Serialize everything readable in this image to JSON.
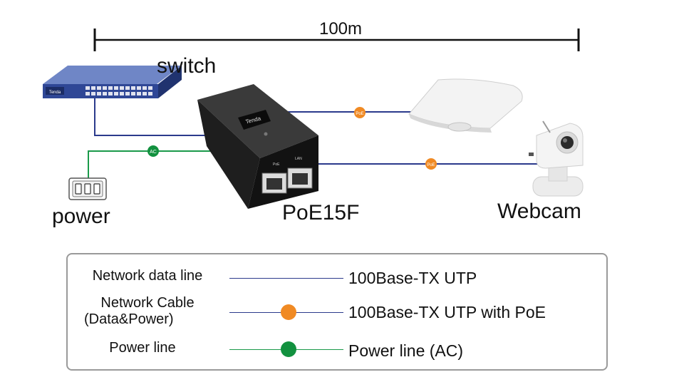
{
  "distance_label": "100m",
  "nodes": {
    "switch": "switch",
    "power": "power",
    "injector": "PoE15F",
    "webcam": "Webcam"
  },
  "device_text": {
    "switch_brand": "Tenda",
    "injector_brand": "Tenda",
    "port_poe": "PoE",
    "port_lan": "LAN"
  },
  "line_badges": {
    "ac": "AC",
    "poe": "PoE"
  },
  "legend": {
    "rows": [
      {
        "label": "Network data line",
        "description": "100Base-TX UTP"
      },
      {
        "label_line1": "Network Cable",
        "label_line2": "(Data&Power)",
        "description": "100Base-TX UTP with PoE"
      },
      {
        "label": "Power line",
        "description": "Power line (AC)"
      }
    ]
  },
  "colors": {
    "data_line": "#2b3a8c",
    "poe_dot": "#f08a24",
    "power_line": "#1a9a4a",
    "power_dot": "#12913f",
    "legend_border": "#9a9a9a"
  }
}
